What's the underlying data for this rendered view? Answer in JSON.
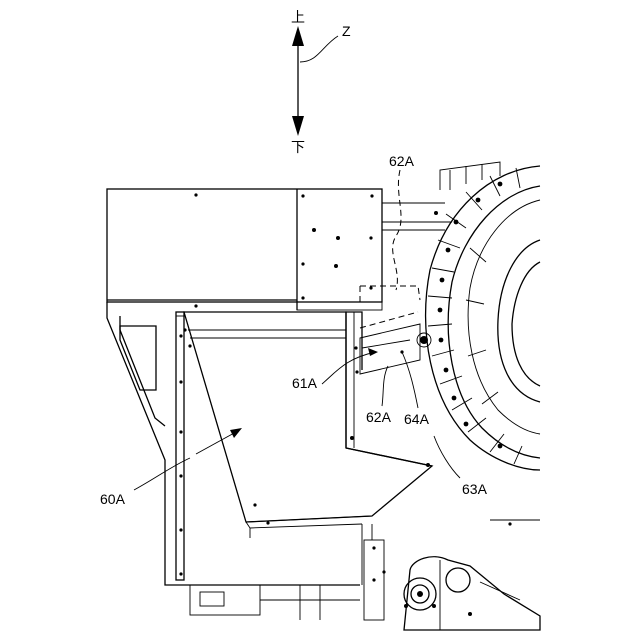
{
  "direction": {
    "up_label": "上",
    "down_label": "下",
    "axis_label": "Z"
  },
  "labels": {
    "label_62A_top": "62A",
    "label_61A": "61A",
    "label_62A_mid": "62A",
    "label_64A": "64A",
    "label_63A": "63A",
    "label_60A": "60A"
  }
}
